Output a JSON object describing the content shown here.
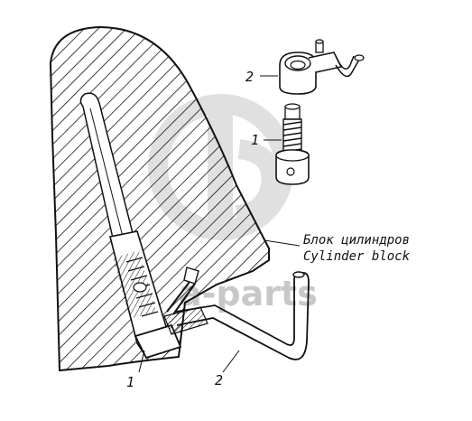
{
  "labels": {
    "callout_2_top": "2",
    "callout_1_top": "1",
    "callout_1_bottom": "1",
    "callout_2_bottom": "2",
    "block_ru": "Блок цилиндров",
    "block_en": "Cylinder block"
  },
  "watermark": {
    "text": "a-parts",
    "color": "#c8c8c8"
  },
  "colors": {
    "ink": "#111111",
    "background": "#ffffff"
  }
}
